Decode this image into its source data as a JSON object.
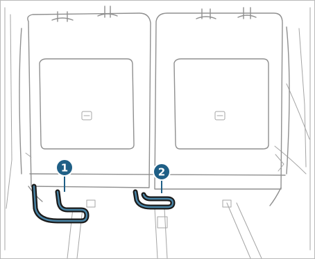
{
  "figure": {
    "callouts": [
      {
        "id": "callout-1",
        "label": "1"
      },
      {
        "id": "callout-2",
        "label": "2"
      }
    ],
    "colors": {
      "callout_fill": "#1f5f86",
      "anchor_highlight": "#4a86a8",
      "line_art": "#8f8f8f"
    }
  }
}
